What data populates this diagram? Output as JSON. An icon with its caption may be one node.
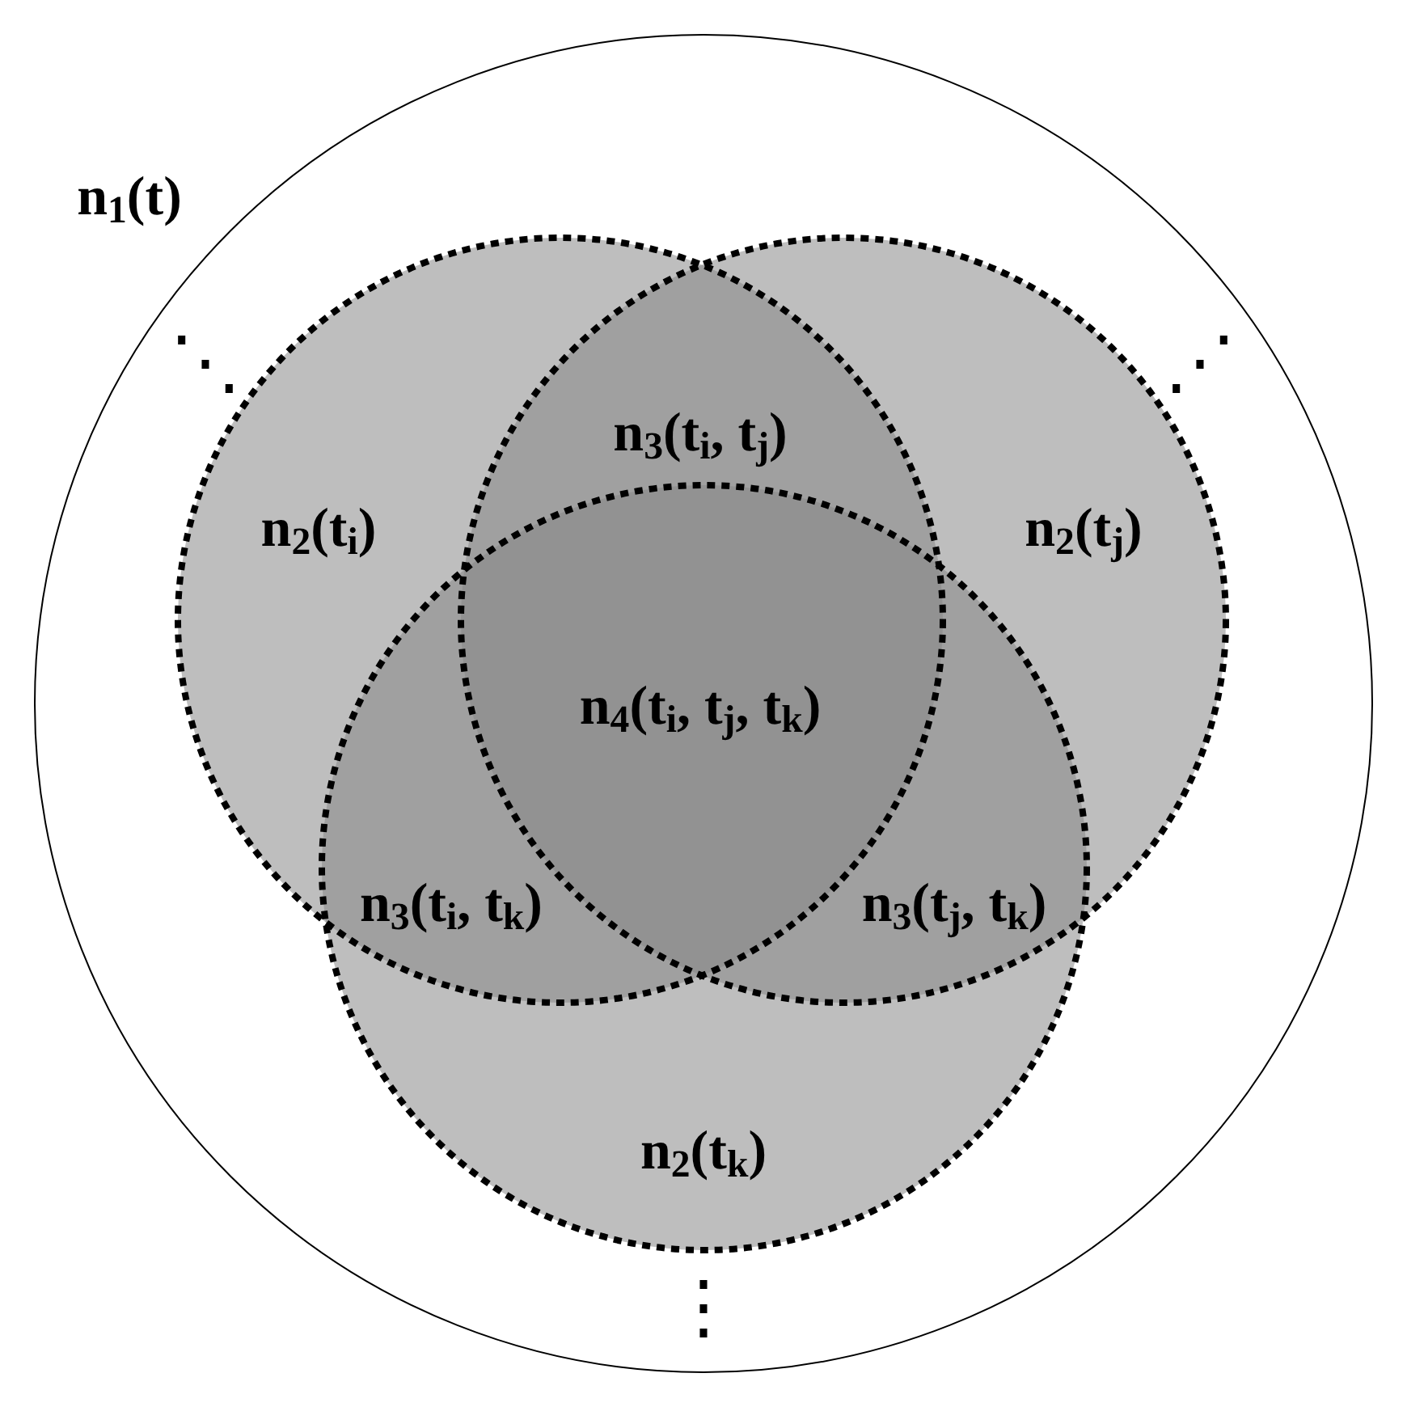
{
  "diagram": {
    "nodes": [
      {
        "text": [
          "n$_{1}$(t)"
        ]
      },
      {
        "text": [
          "n$_{2}$(t$_{i}$)"
        ],
        "in": 0
      },
      {
        "text": [
          "n$_{2}$(t$_{j}$)"
        ],
        "in": 0
      },
      {
        "text": [
          "n$_{2}$(t$_{k}$)"
        ],
        "in": 0
      }
    ],
    "labels": [
      "⋱",
      "⋰",
      "n$_{3}$(t$_{i}$, t$_{j}$)",
      "n$_{4}$(t$_{i}$, t$_{j}$, t$_{k}$)",
      "n$_{3}$(t$_{i}$, t$_{k}$)",
      "n$_{3}$(t$_{j}$, t$_{k}$)",
      "⋮"
    ]
  }
}
